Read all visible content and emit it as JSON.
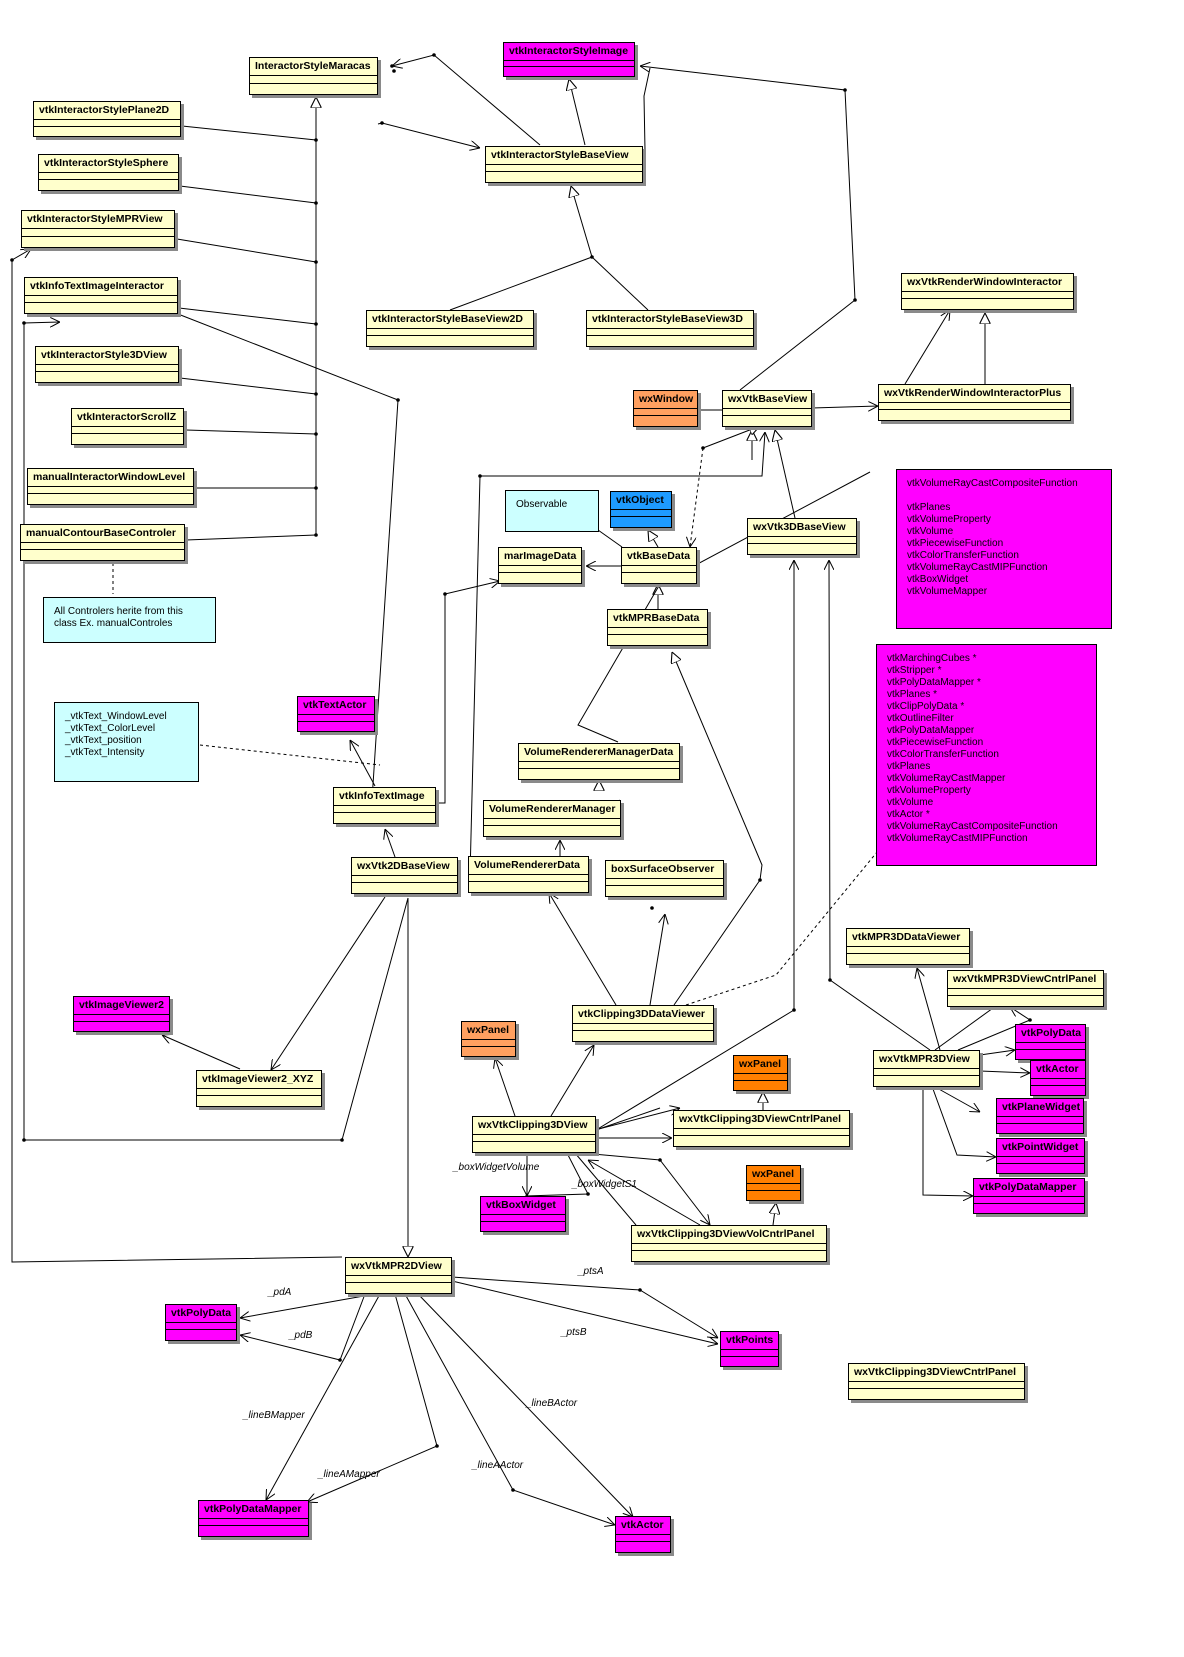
{
  "diagram": {
    "classes": [
      {
        "id": "InteractorStyleMaracas",
        "label": "InteractorStyleMaracas",
        "color": "yellow"
      },
      {
        "id": "vtkInteractorStyleImage",
        "label": "vtkInteractorStyleImage",
        "color": "magenta"
      },
      {
        "id": "vtkInteractorStylePlane2D",
        "label": "vtkInteractorStylePlane2D",
        "color": "yellow"
      },
      {
        "id": "vtkInteractorStyleSphere",
        "label": "vtkInteractorStyleSphere",
        "color": "yellow"
      },
      {
        "id": "vtkInteractorStyleMPRView",
        "label": "vtkInteractorStyleMPRView",
        "color": "yellow"
      },
      {
        "id": "vtkInfoTextImageInteractor",
        "label": "vtkInfoTextImageInteractor",
        "color": "yellow"
      },
      {
        "id": "vtkInteractorStyle3DView",
        "label": "vtkInteractorStyle3DView",
        "color": "yellow"
      },
      {
        "id": "vtkInteractorScrollZ",
        "label": "vtkInteractorScrollZ",
        "color": "yellow"
      },
      {
        "id": "manualInteractorWindowLevel",
        "label": "manualInteractorWindowLevel",
        "color": "yellow"
      },
      {
        "id": "manualContourBaseControler",
        "label": "manualContourBaseControler",
        "color": "yellow"
      },
      {
        "id": "vtkInteractorStyleBaseView",
        "label": "vtkInteractorStyleBaseView",
        "color": "yellow"
      },
      {
        "id": "vtkInteractorStyleBaseView2D",
        "label": "vtkInteractorStyleBaseView2D",
        "color": "yellow"
      },
      {
        "id": "vtkInteractorStyleBaseView3D",
        "label": "vtkInteractorStyleBaseView3D",
        "color": "yellow"
      },
      {
        "id": "wxVtkRenderWindowInteractor",
        "label": "wxVtkRenderWindowInteractor",
        "color": "yellow"
      },
      {
        "id": "wxVtkRenderWindowInteractorPlus",
        "label": "wxVtkRenderWindowInteractorPlus",
        "color": "yellow"
      },
      {
        "id": "wxWindow",
        "label": "wxWindow",
        "color": "orange"
      },
      {
        "id": "wxVtkBaseView",
        "label": "wxVtkBaseView",
        "color": "yellow"
      },
      {
        "id": "vtkObject",
        "label": "vtkObject",
        "color": "blue"
      },
      {
        "id": "marImageData",
        "label": "marImageData",
        "color": "yellow"
      },
      {
        "id": "vtkBaseData",
        "label": "vtkBaseData",
        "color": "yellow"
      },
      {
        "id": "wxVtk3DBaseView",
        "label": "wxVtk3DBaseView",
        "color": "yellow"
      },
      {
        "id": "vtkMPRBaseData",
        "label": "vtkMPRBaseData",
        "color": "yellow"
      },
      {
        "id": "vtkTextActor",
        "label": "vtkTextActor",
        "color": "magenta"
      },
      {
        "id": "VolumeRendererManagerData",
        "label": "VolumeRendererManagerData",
        "color": "yellow"
      },
      {
        "id": "vtkInfoTextImage",
        "label": "vtkInfoTextImage",
        "color": "yellow"
      },
      {
        "id": "VolumeRendererManager",
        "label": "VolumeRendererManager",
        "color": "yellow"
      },
      {
        "id": "wxVtk2DBaseView",
        "label": "wxVtk2DBaseView",
        "color": "yellow"
      },
      {
        "id": "VolumeRendererData",
        "label": "VolumeRendererData",
        "color": "yellow"
      },
      {
        "id": "boxSurfaceObserver",
        "label": "boxSurfaceObserver",
        "color": "yellow"
      },
      {
        "id": "vtkMPR3DDataViewer",
        "label": "vtkMPR3DDataViewer",
        "color": "yellow"
      },
      {
        "id": "wxVtkMPR3DViewCntrlPanel",
        "label": "wxVtkMPR3DViewCntrlPanel",
        "color": "yellow"
      },
      {
        "id": "vtkImageViewer2",
        "label": "vtkImageViewer2",
        "color": "magenta"
      },
      {
        "id": "vtkClipping3DDataViewer",
        "label": "vtkClipping3DDataViewer",
        "color": "yellow"
      },
      {
        "id": "vtkPolyDataR",
        "label": "vtkPolyData",
        "color": "magenta"
      },
      {
        "id": "wxPanel1",
        "label": "wxPanel",
        "color": "orange"
      },
      {
        "id": "wxPanel2",
        "label": "wxPanel",
        "color": "dorange"
      },
      {
        "id": "wxVtkMPR3DView",
        "label": "wxVtkMPR3DView",
        "color": "yellow"
      },
      {
        "id": "vtkActorR",
        "label": "vtkActor",
        "color": "magenta"
      },
      {
        "id": "vtkImageViewer2_XYZ",
        "label": "vtkImageViewer2_XYZ",
        "color": "yellow"
      },
      {
        "id": "vtkPlaneWidget",
        "label": "vtkPlaneWidget",
        "color": "magenta"
      },
      {
        "id": "wxVtkClipping3DView",
        "label": "wxVtkClipping3DView",
        "color": "yellow"
      },
      {
        "id": "wxVtkClipping3DViewCntrlPanel",
        "label": "wxVtkClipping3DViewCntrlPanel",
        "color": "yellow"
      },
      {
        "id": "vtkPointWidget",
        "label": "vtkPointWidget",
        "color": "magenta"
      },
      {
        "id": "wxPanel3",
        "label": "wxPanel",
        "color": "dorange"
      },
      {
        "id": "vtkPolyDataMapperR",
        "label": "vtkPolyDataMapper",
        "color": "magenta"
      },
      {
        "id": "vtkBoxWidget",
        "label": "vtkBoxWidget",
        "color": "magenta"
      },
      {
        "id": "wxVtkClipping3DViewVolCntrlPanel",
        "label": "wxVtkClipping3DViewVolCntrlPanel",
        "color": "yellow"
      },
      {
        "id": "wxVtkMPR2DView",
        "label": "wxVtkMPR2DView",
        "color": "yellow"
      },
      {
        "id": "vtkPolyDataL",
        "label": "vtkPolyData",
        "color": "magenta"
      },
      {
        "id": "vtkPoints",
        "label": "vtkPoints",
        "color": "magenta"
      },
      {
        "id": "wxVtkClipping3DViewCntrlPanel2",
        "label": "wxVtkClipping3DViewCntrlPanel",
        "color": "yellow"
      },
      {
        "id": "vtkPolyDataMapperB",
        "label": "vtkPolyDataMapper",
        "color": "magenta"
      },
      {
        "id": "vtkActorB",
        "label": "vtkActor",
        "color": "magenta"
      }
    ],
    "notes": [
      {
        "id": "observable",
        "text": "Observable",
        "color": "#ccffff"
      },
      {
        "id": "controlers",
        "text": "All Controlers herite from this\nclass Ex. manualControles",
        "color": "#ccffff"
      },
      {
        "id": "vtktext",
        "text": "_vtkText_WindowLevel\n_vtkText_ColorLevel\n_vtkText_position\n_vtkText_Intensity",
        "color": "#ccffff"
      },
      {
        "id": "volcomposite",
        "text": "vtkVolumeRayCastCompositeFunction\n\nvtkPlanes\nvtkVolumeProperty\nvtkVolume\nvtkPiecewiseFunction\nvtkColorTransferFunction\nvtkVolumeRayCastMIPFunction\nvtkBoxWidget\nvtkVolumeMapper",
        "color": "#ff00ff"
      },
      {
        "id": "marching",
        "text": "vtkMarchingCubes *\nvtkStripper *\nvtkPolyDataMapper *\nvtkPlanes *\nvtkClipPolyData *\nvtkOutlineFilter\nvtkPolyDataMapper\nvtkPiecewiseFunction\nvtkColorTransferFunction\nvtkPlanes\nvtkVolumeRayCastMapper\nvtkVolumeProperty\nvtkVolume\nvtkActor *\nvtkVolumeRayCastCompositeFunction\nvtkVolumeRayCastMIPFunction",
        "color": "#ff00ff"
      }
    ],
    "role_labels": {
      "boxWidgetVolume": "_boxWidgetVolume",
      "boxWidgetS1": "_boxWidgetS1",
      "ptsA": "_ptsA",
      "pdA": "_pdA",
      "pdB": "_pdB",
      "ptsB": "_ptsB",
      "lineBMapper": "_lineBMapper",
      "lineBActor": "_lineBActor",
      "lineAMapper": "_lineAMapper",
      "lineAActor": "_lineAActor"
    }
  }
}
